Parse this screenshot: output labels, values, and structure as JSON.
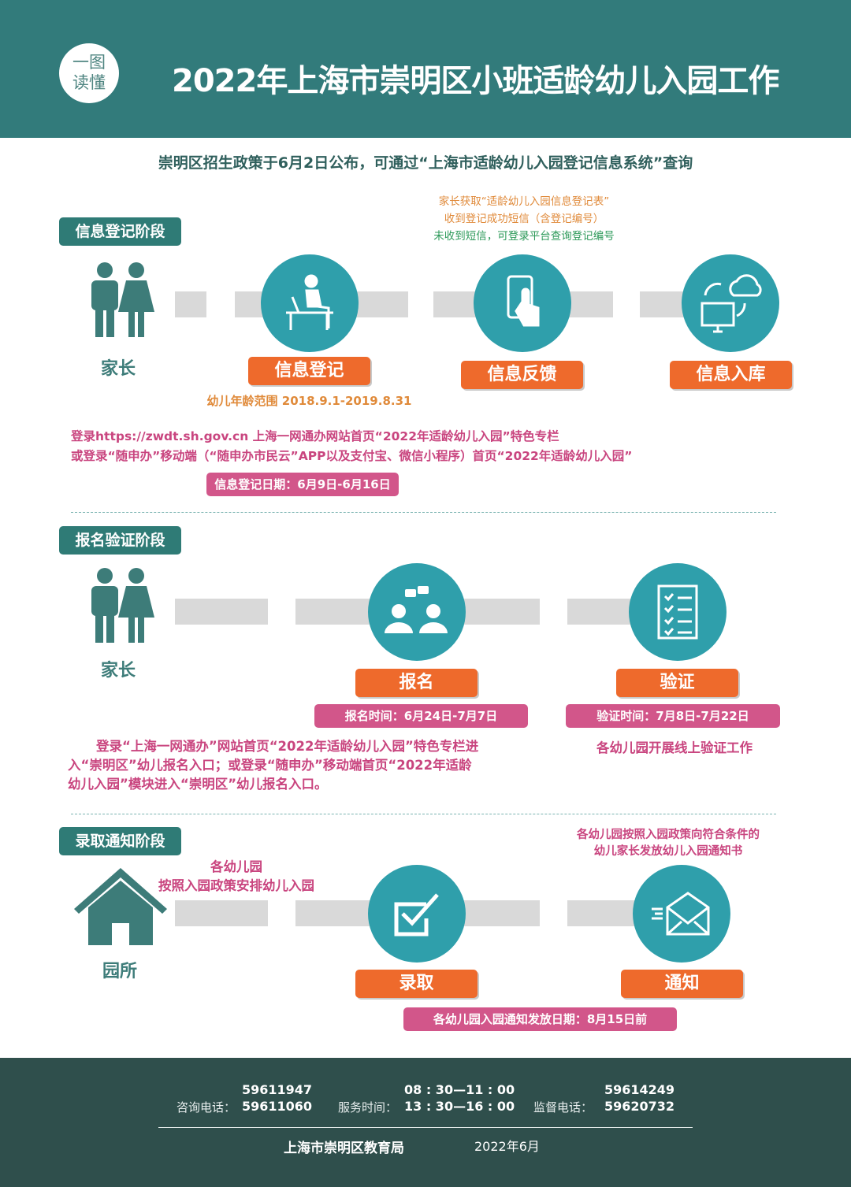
{
  "header": {
    "badge": [
      "一图",
      "读懂"
    ],
    "title": "2022年上海市崇明区小班适龄幼儿入园工作"
  },
  "subtitle": "崇明区招生政策于6月2日公布，可通过“上海市适龄幼儿入园登记信息系统”查询",
  "colors": {
    "header": "#327b7b",
    "circle": "#2f9fab",
    "label": "#ee6a2c",
    "badge": "#d2568a",
    "footer": "#2f4f4c"
  },
  "stage1": {
    "tag": "信息登记阶段",
    "role": "家长",
    "notes": [
      "家长获取“适龄幼儿入园信息登记表”",
      "收到登记成功短信（含登记编号）",
      "未收到短信，可登录平台查询登记编号"
    ],
    "steps": [
      {
        "label": "信息登记",
        "icon": "computer-user-icon"
      },
      {
        "label": "信息反馈",
        "icon": "phone-tap-icon"
      },
      {
        "label": "信息入库",
        "icon": "cloud-sync-icon"
      }
    ],
    "age": "幼儿年龄范围 2018.9.1-2019.8.31",
    "lines": [
      "登录https://zwdt.sh.gov.cn 上海一网通办网站首页“2022年适龄幼儿入园”特色专栏",
      "或登录“随申办”移动端（“随申办市民云”APP以及支付宝、微信小程序）首页“2022年适龄幼儿入园”"
    ],
    "date": "信息登记日期：6月9日-6月16日"
  },
  "stage2": {
    "tag": "报名验证阶段",
    "role": "家长",
    "steps": [
      {
        "label": "报名",
        "icon": "people-chat-icon",
        "time": "报名时间：6月24日-7月7日"
      },
      {
        "label": "验证",
        "icon": "checklist-icon",
        "time": "验证时间：7月8日-7月22日"
      }
    ],
    "desc": [
      "登录“上海一网通办”网站首页“2022年适龄幼儿入园”特色专栏进",
      "入“崇明区”幼儿报名入口；或登录“随申办”移动端首页“2022年适龄",
      "幼儿入园”模块进入“崇明区”幼儿报名入口。"
    ],
    "verify_note": "各幼儿园开展线上验证工作"
  },
  "stage3": {
    "tag": "录取通知阶段",
    "role": "园所",
    "left_note": [
      "各幼儿园",
      "按照入园政策安排幼儿入园"
    ],
    "right_note": [
      "各幼儿园按照入园政策向符合条件的",
      "幼儿家长发放幼儿入园通知书"
    ],
    "steps": [
      {
        "label": "录取",
        "icon": "checkbox-icon"
      },
      {
        "label": "通知",
        "icon": "envelope-icon"
      }
    ],
    "date": "各幼儿园入园通知发放日期：8月15日前"
  },
  "footer": {
    "consult": {
      "label": "咨询电话：",
      "values": [
        "59611947",
        "59611060"
      ]
    },
    "hours": {
      "label": "服务时间：",
      "values": [
        "08 : 30—11 : 00",
        "13 : 30—16 : 00"
      ]
    },
    "supervise": {
      "label": "监督电话：",
      "values": [
        "59614249",
        "59620732"
      ]
    },
    "org": "上海市崇明区教育局",
    "date": "2022年6月"
  }
}
